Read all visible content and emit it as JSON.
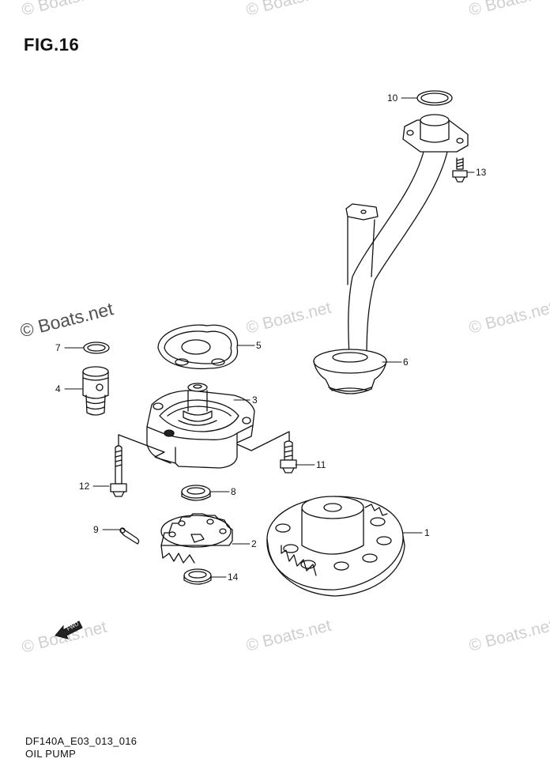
{
  "figure": {
    "title": "FIG.16"
  },
  "footer": {
    "code": "DF140A_E03_013_016",
    "caption": "OIL PUMP"
  },
  "watermark": {
    "text": "© Boats.net"
  },
  "callouts": {
    "c1": "1",
    "c2": "2",
    "c3": "3",
    "c4": "4",
    "c5": "5",
    "c6": "6",
    "c7": "7",
    "c8": "8",
    "c9": "9",
    "c10": "10",
    "c11": "11",
    "c12": "12",
    "c13": "13",
    "c14": "14"
  },
  "fwd_mark": {
    "label": "FWD",
    "icon": "forward-arrow-icon"
  },
  "colors": {
    "line": "#111111",
    "watermark": "#cfcfcf",
    "background": "#ffffff"
  }
}
